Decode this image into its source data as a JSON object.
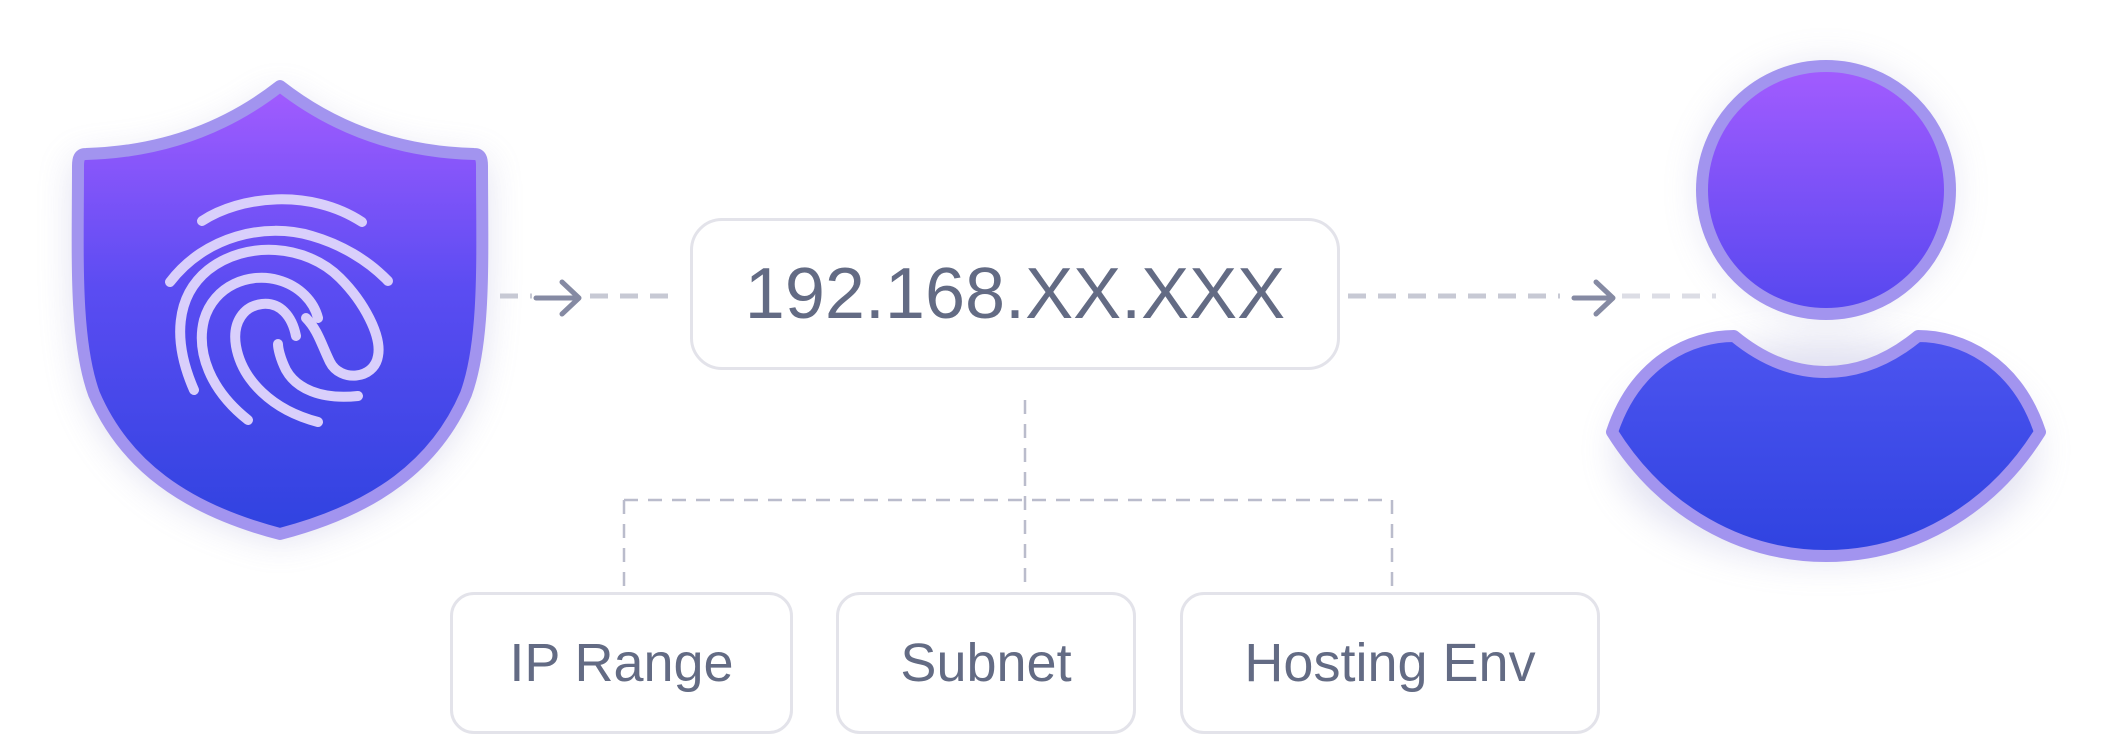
{
  "ip_box": {
    "address": "192.168.XX.XXX"
  },
  "attributes": [
    {
      "label": "IP Range"
    },
    {
      "label": "Subnet"
    },
    {
      "label": "Hosting Env"
    }
  ],
  "icons": {
    "left": "shield-fingerprint-icon",
    "right": "user-icon"
  },
  "colors": {
    "accent_top": "#a35cff",
    "accent_mid": "#5b4cf2",
    "accent_bottom": "#2f43e0",
    "outline": "#a294ef",
    "fingerprint": "#d9cffb",
    "connector": "#c7c9d4",
    "arrow": "#858aa3",
    "text": "#636b84",
    "border": "#e3e3ea"
  }
}
